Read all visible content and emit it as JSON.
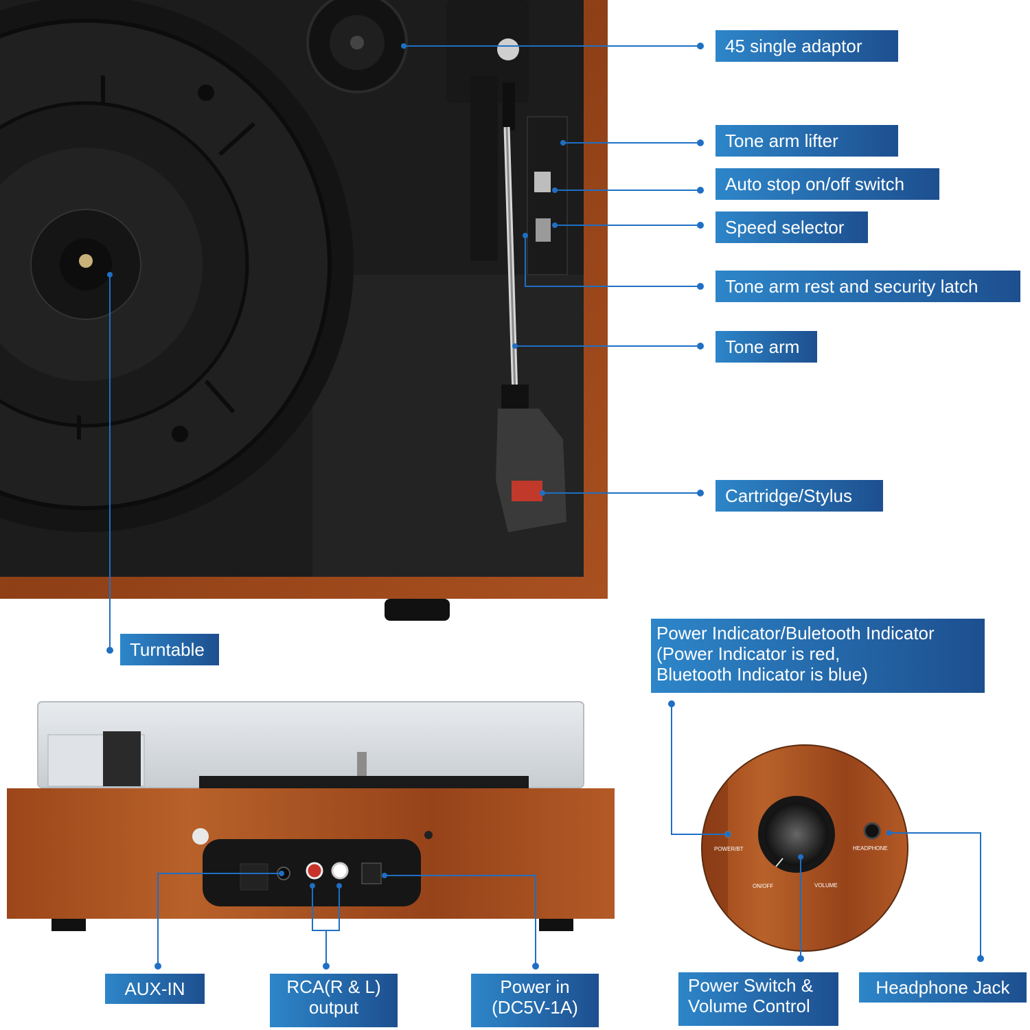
{
  "labels": {
    "single_adaptor": "45 single adaptor",
    "tone_arm_lifter": "Tone arm lifter",
    "auto_stop": "Auto stop on/off switch",
    "speed_selector": "Speed selector",
    "tone_arm_rest": "Tone arm rest and security latch",
    "tone_arm": "Tone arm",
    "cartridge": "Cartridge/Stylus",
    "turntable": "Turntable",
    "indicator_line1": "Power Indicator/Buletooth Indicator",
    "indicator_line2": "(Power Indicator is red,",
    "indicator_line3": "Bluetooth Indicator is blue)",
    "aux_in": "AUX-IN",
    "rca_line1": "RCA(R & L)",
    "rca_line2": "output",
    "power_in_line1": "Power in",
    "power_in_line2": "(DC5V-1A)",
    "power_switch_line1": "Power Switch &",
    "power_switch_line2": "Volume Control",
    "headphone_jack": "Headphone Jack"
  },
  "panel_text": {
    "power_bt": "POWER/BT",
    "headphone": "HEADPHONE",
    "on_off": "ON/OFF",
    "volume": "VOLUME"
  },
  "colors": {
    "label_light": "#2d86c9",
    "label_dark": "#1d4f8f",
    "leader_line": "#1f6fc4",
    "wood": "#9a4a1c",
    "deck": "#1b1b1b"
  }
}
